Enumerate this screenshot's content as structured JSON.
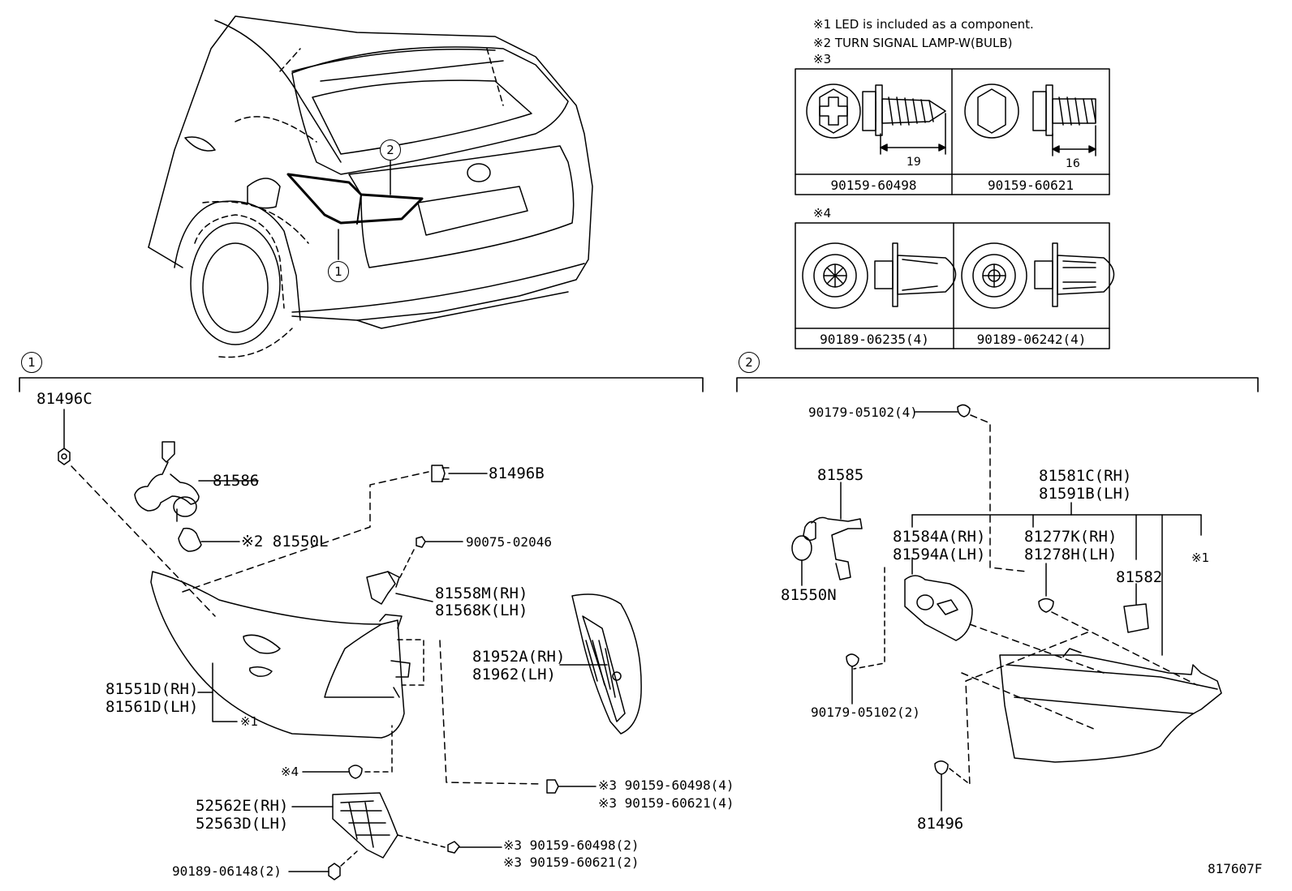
{
  "notes": {
    "note1": "※1 LED is included as a component.",
    "note2": "※2 TURN SIGNAL LAMP-W(BULB)",
    "note3": "※3",
    "note4": "※4"
  },
  "fastener_table_3": {
    "cells": [
      {
        "part": "90159-60498",
        "dim": "19"
      },
      {
        "part": "90159-60621",
        "dim": "16"
      }
    ]
  },
  "fastener_table_4": {
    "cells": [
      {
        "part": "90189-06235(4)"
      },
      {
        "part": "90189-06242(4)"
      }
    ]
  },
  "callouts": {
    "overview_1": "1",
    "overview_2": "2",
    "section_1": "1",
    "section_2": "2"
  },
  "section1": {
    "p81496C": "81496C",
    "p81586": "81586",
    "p81550L": "※2 81550L",
    "p81496B": "81496B",
    "p90075": "90075-02046",
    "p81558M": "81558M(RH)",
    "p81568K": "81568K(LH)",
    "p81952A": "81952A(RH)",
    "p81962": "81962(LH)",
    "p81551D": "81551D(RH)",
    "p81561D": "81561D(LH)",
    "led_note": "※1",
    "clip_note": "※4",
    "screw_a1": "※3 90159-60498(4)",
    "screw_a2": "※3 90159-60621(4)",
    "p52562E": "52562E(RH)",
    "p52563D": "52563D(LH)",
    "screw_b1": "※3 90159-60498(2)",
    "screw_b2": "※3 90159-60621(2)",
    "p90189": "90189-06148(2)"
  },
  "section2": {
    "p90179_4": "90179-05102(4)",
    "p81585": "81585",
    "p81550N": "81550N",
    "p81581C": "81581C(RH)",
    "p81591B": "81591B(LH)",
    "p81584A": "81584A(RH)",
    "p81594A": "81594A(LH)",
    "p81277K": "81277K(RH)",
    "p81278H": "81278H(LH)",
    "p81582": "81582",
    "led_note": "※1",
    "p90179_2": "90179-05102(2)",
    "p81496": "81496"
  },
  "figure_id": "817607F"
}
